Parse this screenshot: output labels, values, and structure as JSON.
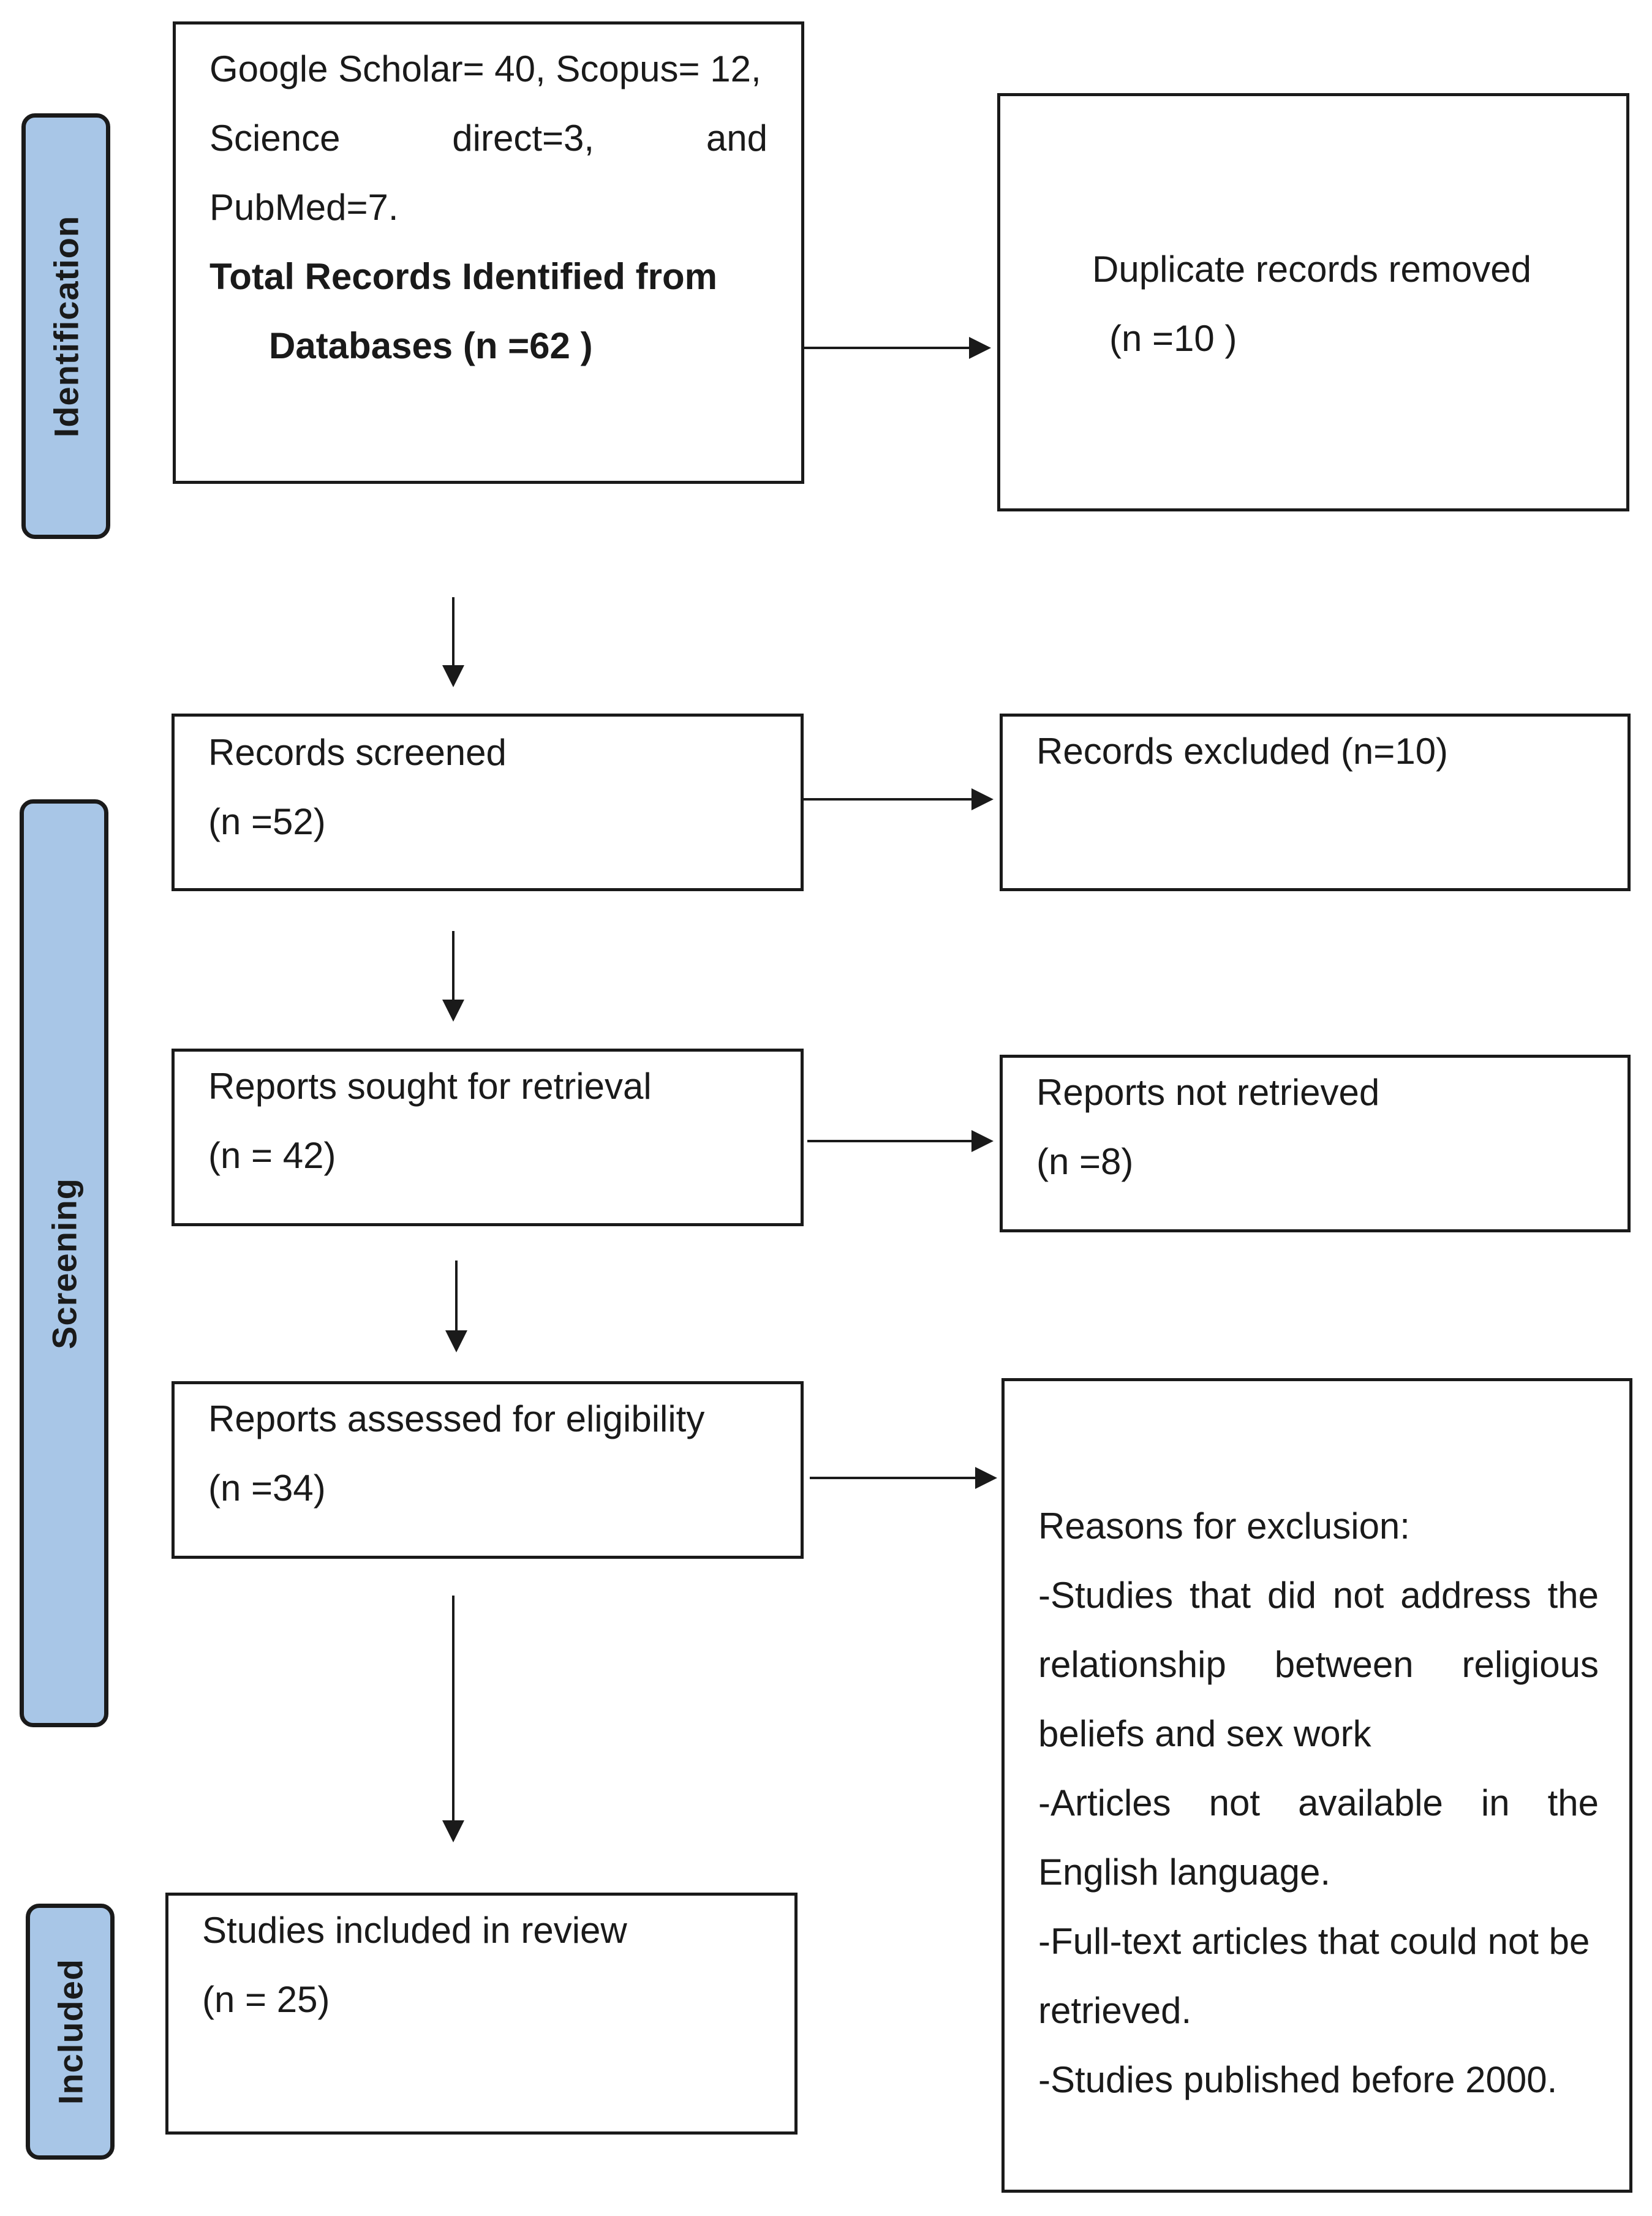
{
  "phases": {
    "identification": "Identification",
    "screening": "Screening",
    "included": "Included"
  },
  "identification_box": {
    "sources_line1": "Google Scholar= 40, Scopus= 12,",
    "sources_line2": "Science direct=3, and",
    "sources_line3": "PubMed=7.",
    "total_line1": "Total Records Identified from",
    "total_line2": "Databases (n =62 )"
  },
  "duplicates_box": {
    "label": "Duplicate records removed",
    "count": "(n =10 )"
  },
  "screened_box": {
    "label": "Records screened",
    "count": "(n =52)"
  },
  "excluded_box": {
    "label": "Records excluded (n=10)"
  },
  "sought_box": {
    "label": "Reports sought for retrieval",
    "count": "(n = 42)"
  },
  "not_retrieved_box": {
    "label": "Reports not retrieved",
    "count": "(n =8)"
  },
  "assessed_box": {
    "label": "Reports assessed for eligibility",
    "count": "(n =34)"
  },
  "reasons_box": {
    "heading": "Reasons for exclusion:",
    "reason1_line1": "-Studies that did not address the",
    "reason1_line2": "relationship between religious",
    "reason1_line3": "beliefs and sex work",
    "reason2_line1": "-Articles not available in the",
    "reason2_line2": "English language.",
    "reason3_line1": "-Full-text articles that could not be",
    "reason3_line2": "retrieved.",
    "reason4_line1": "-Studies published before 2000."
  },
  "included_box": {
    "label": "Studies included in review",
    "count": "(n = 25)"
  }
}
